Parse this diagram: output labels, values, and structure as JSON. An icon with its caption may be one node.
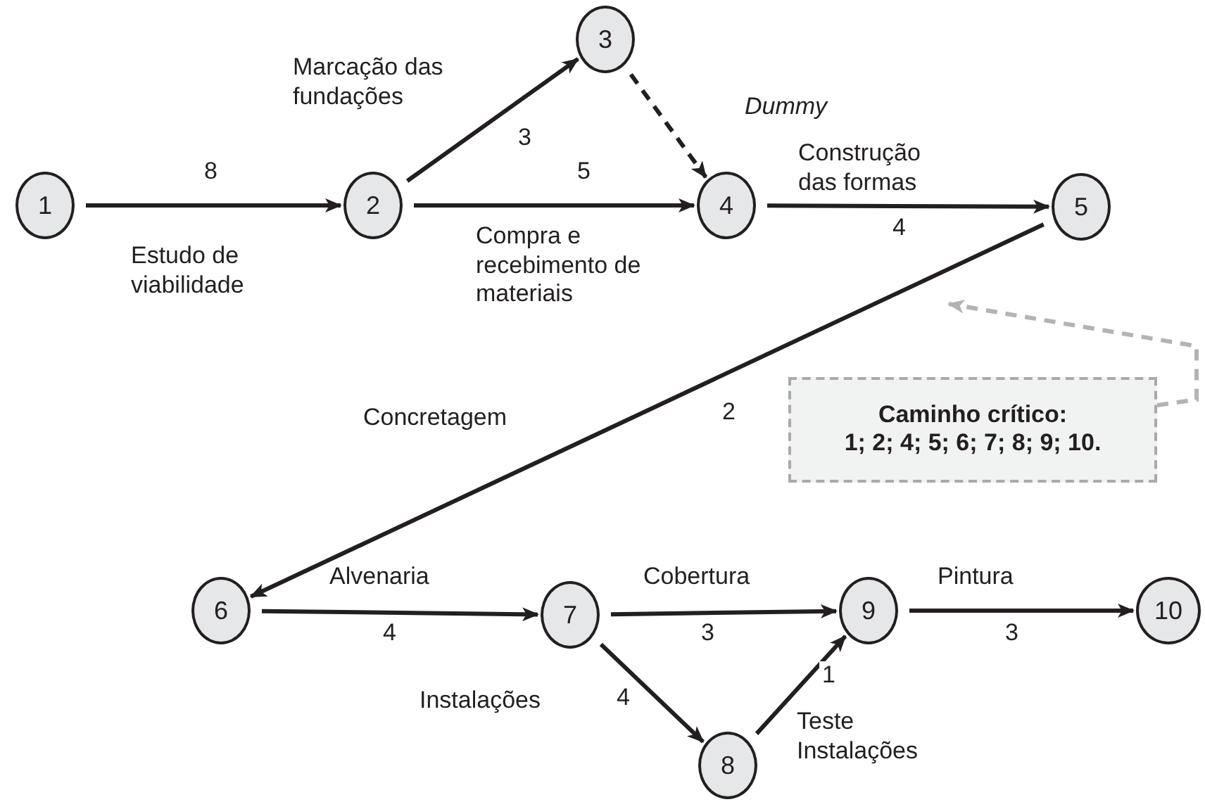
{
  "diagram": {
    "nodes": [
      {
        "text": [
          "1"
        ]
      },
      {
        "text": [
          "2"
        ]
      },
      {
        "text": [
          "3"
        ]
      },
      {
        "text": [
          "4"
        ]
      },
      {
        "text": [
          "5"
        ]
      },
      {
        "text": [
          "6"
        ]
      },
      {
        "text": [
          "7"
        ]
      },
      {
        "text": [
          "8"
        ]
      },
      {
        "text": [
          "9"
        ]
      },
      {
        "text": [
          "10"
        ]
      },
      {
        "text": [
          "Caminho crítico:",
          "1; 2; 4; 5; 6; 7; 8; 9; 10."
        ]
      }
    ],
    "edges": [
      {
        "from": 0,
        "to": 1,
        "arrow": "to",
        "label": "8"
      },
      {
        "from": 1,
        "to": 2,
        "arrow": "to",
        "label": "3"
      },
      {
        "from": 1,
        "to": 3,
        "arrow": "to",
        "label": "5"
      },
      {
        "from": 2,
        "to": 3,
        "arrow": "to",
        "label": "Dummy",
        "style": "dashed"
      },
      {
        "from": 3,
        "to": 4,
        "arrow": "to",
        "label": "4"
      },
      {
        "from": 4,
        "to": 5,
        "arrow": "to",
        "label": "2"
      },
      {
        "from": 5,
        "to": 6,
        "arrow": "to",
        "label": "4"
      },
      {
        "from": 6,
        "to": 8,
        "arrow": "to",
        "label": "3"
      },
      {
        "from": 6,
        "to": 7,
        "arrow": "to",
        "label": "4"
      },
      {
        "from": 7,
        "to": 8,
        "arrow": "to",
        "label": "1"
      },
      {
        "from": 8,
        "to": 9,
        "arrow": "to",
        "label": "3"
      },
      {
        "from": 10,
        "to": null,
        "arrow": "to",
        "style": "dashed",
        "color": "#b3b3b3"
      }
    ],
    "labels": [
      "Estudo de viabilidade",
      "Marcação das fundações",
      "Compra e recebimento de materiais",
      "Construção das formas",
      "Concretagem",
      "Alvenaria",
      "Cobertura",
      "Instalações",
      "Teste Instalações",
      "Pintura"
    ]
  }
}
